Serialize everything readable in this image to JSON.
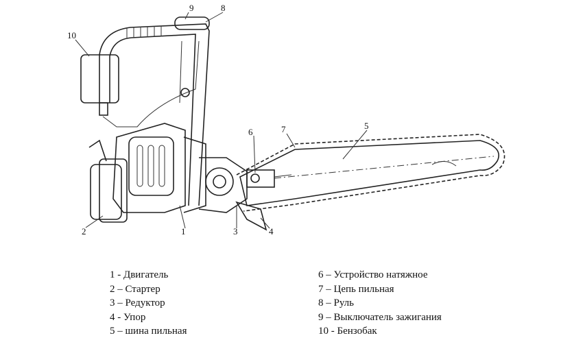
{
  "callouts": {
    "c1": "1",
    "c2": "2",
    "c3": "3",
    "c4": "4",
    "c5": "5",
    "c6": "6",
    "c7": "7",
    "c8": "8",
    "c9": "9",
    "c10": "10"
  },
  "legend_left": [
    "1 - Двигатель",
    "2 – Стартер",
    "3 – Редуктор",
    "4 - Упор",
    "5 – шина пильная"
  ],
  "legend_right": [
    "6 – Устройство натяжное",
    "7 – Цепь пильная",
    "8 – Руль",
    "9 – Выключатель зажигания",
    "10 - Бензобак"
  ]
}
